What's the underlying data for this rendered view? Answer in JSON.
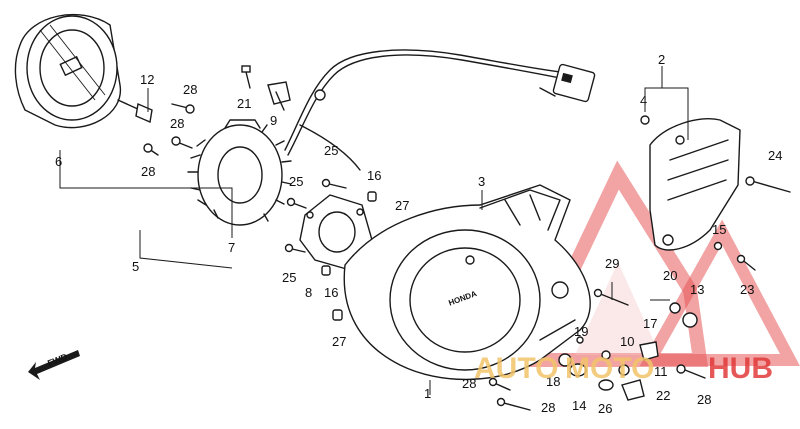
{
  "colors": {
    "line": "#1a1a1a",
    "watermark_red": "#e23a3a",
    "watermark_gold": "#f2c46a",
    "watermark_pink": "#f4b6b6"
  },
  "watermark": {
    "text_a": "AUTO",
    "text_b": "MOTO",
    "text_c": "HUB"
  },
  "direction_label": "FWD",
  "emblem_text": "HONDA",
  "callouts": [
    {
      "id": "c12",
      "text": "12"
    },
    {
      "id": "c28a",
      "text": "28"
    },
    {
      "id": "c28b",
      "text": "28"
    },
    {
      "id": "c28c",
      "text": "28"
    },
    {
      "id": "c21",
      "text": "21"
    },
    {
      "id": "c9",
      "text": "9"
    },
    {
      "id": "c6",
      "text": "6"
    },
    {
      "id": "c5",
      "text": "5"
    },
    {
      "id": "c7",
      "text": "7"
    },
    {
      "id": "c25a",
      "text": "25"
    },
    {
      "id": "c25b",
      "text": "25"
    },
    {
      "id": "c25c",
      "text": "25"
    },
    {
      "id": "c16a",
      "text": "16"
    },
    {
      "id": "c16b",
      "text": "16"
    },
    {
      "id": "c8",
      "text": "8"
    },
    {
      "id": "c27a",
      "text": "27"
    },
    {
      "id": "c27b",
      "text": "27"
    },
    {
      "id": "c3",
      "text": "3"
    },
    {
      "id": "c2",
      "text": "2"
    },
    {
      "id": "c4",
      "text": "4"
    },
    {
      "id": "c24",
      "text": "24"
    },
    {
      "id": "c15",
      "text": "15"
    },
    {
      "id": "c23",
      "text": "23"
    },
    {
      "id": "c29",
      "text": "29"
    },
    {
      "id": "c20",
      "text": "20"
    },
    {
      "id": "c13",
      "text": "13"
    },
    {
      "id": "c17",
      "text": "17"
    },
    {
      "id": "c19",
      "text": "19"
    },
    {
      "id": "c10",
      "text": "10"
    },
    {
      "id": "c11",
      "text": "11"
    },
    {
      "id": "c1",
      "text": "1"
    },
    {
      "id": "c18",
      "text": "18"
    },
    {
      "id": "c14",
      "text": "14"
    },
    {
      "id": "c26",
      "text": "26"
    },
    {
      "id": "c22",
      "text": "22"
    },
    {
      "id": "c28d",
      "text": "28"
    },
    {
      "id": "c28e",
      "text": "28"
    },
    {
      "id": "c28f",
      "text": "28"
    }
  ]
}
